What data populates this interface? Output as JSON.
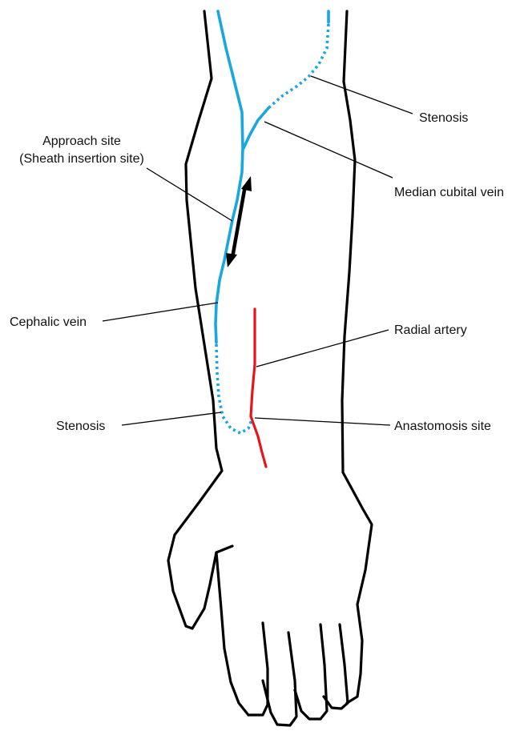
{
  "labels": {
    "stenosis_upper": "Stenosis",
    "approach_site_line1": "Approach site",
    "approach_site_line2": "(Sheath insertion site)",
    "median_cubital_vein": "Median cubital vein",
    "cephalic_vein": "Cephalic vein",
    "radial_artery": "Radial artery",
    "stenosis_lower": "Stenosis",
    "anastomosis_site": "Anastomosis site"
  },
  "colors": {
    "vein": "#1aa7e0",
    "artery": "#e8141c",
    "outline": "#000000"
  }
}
